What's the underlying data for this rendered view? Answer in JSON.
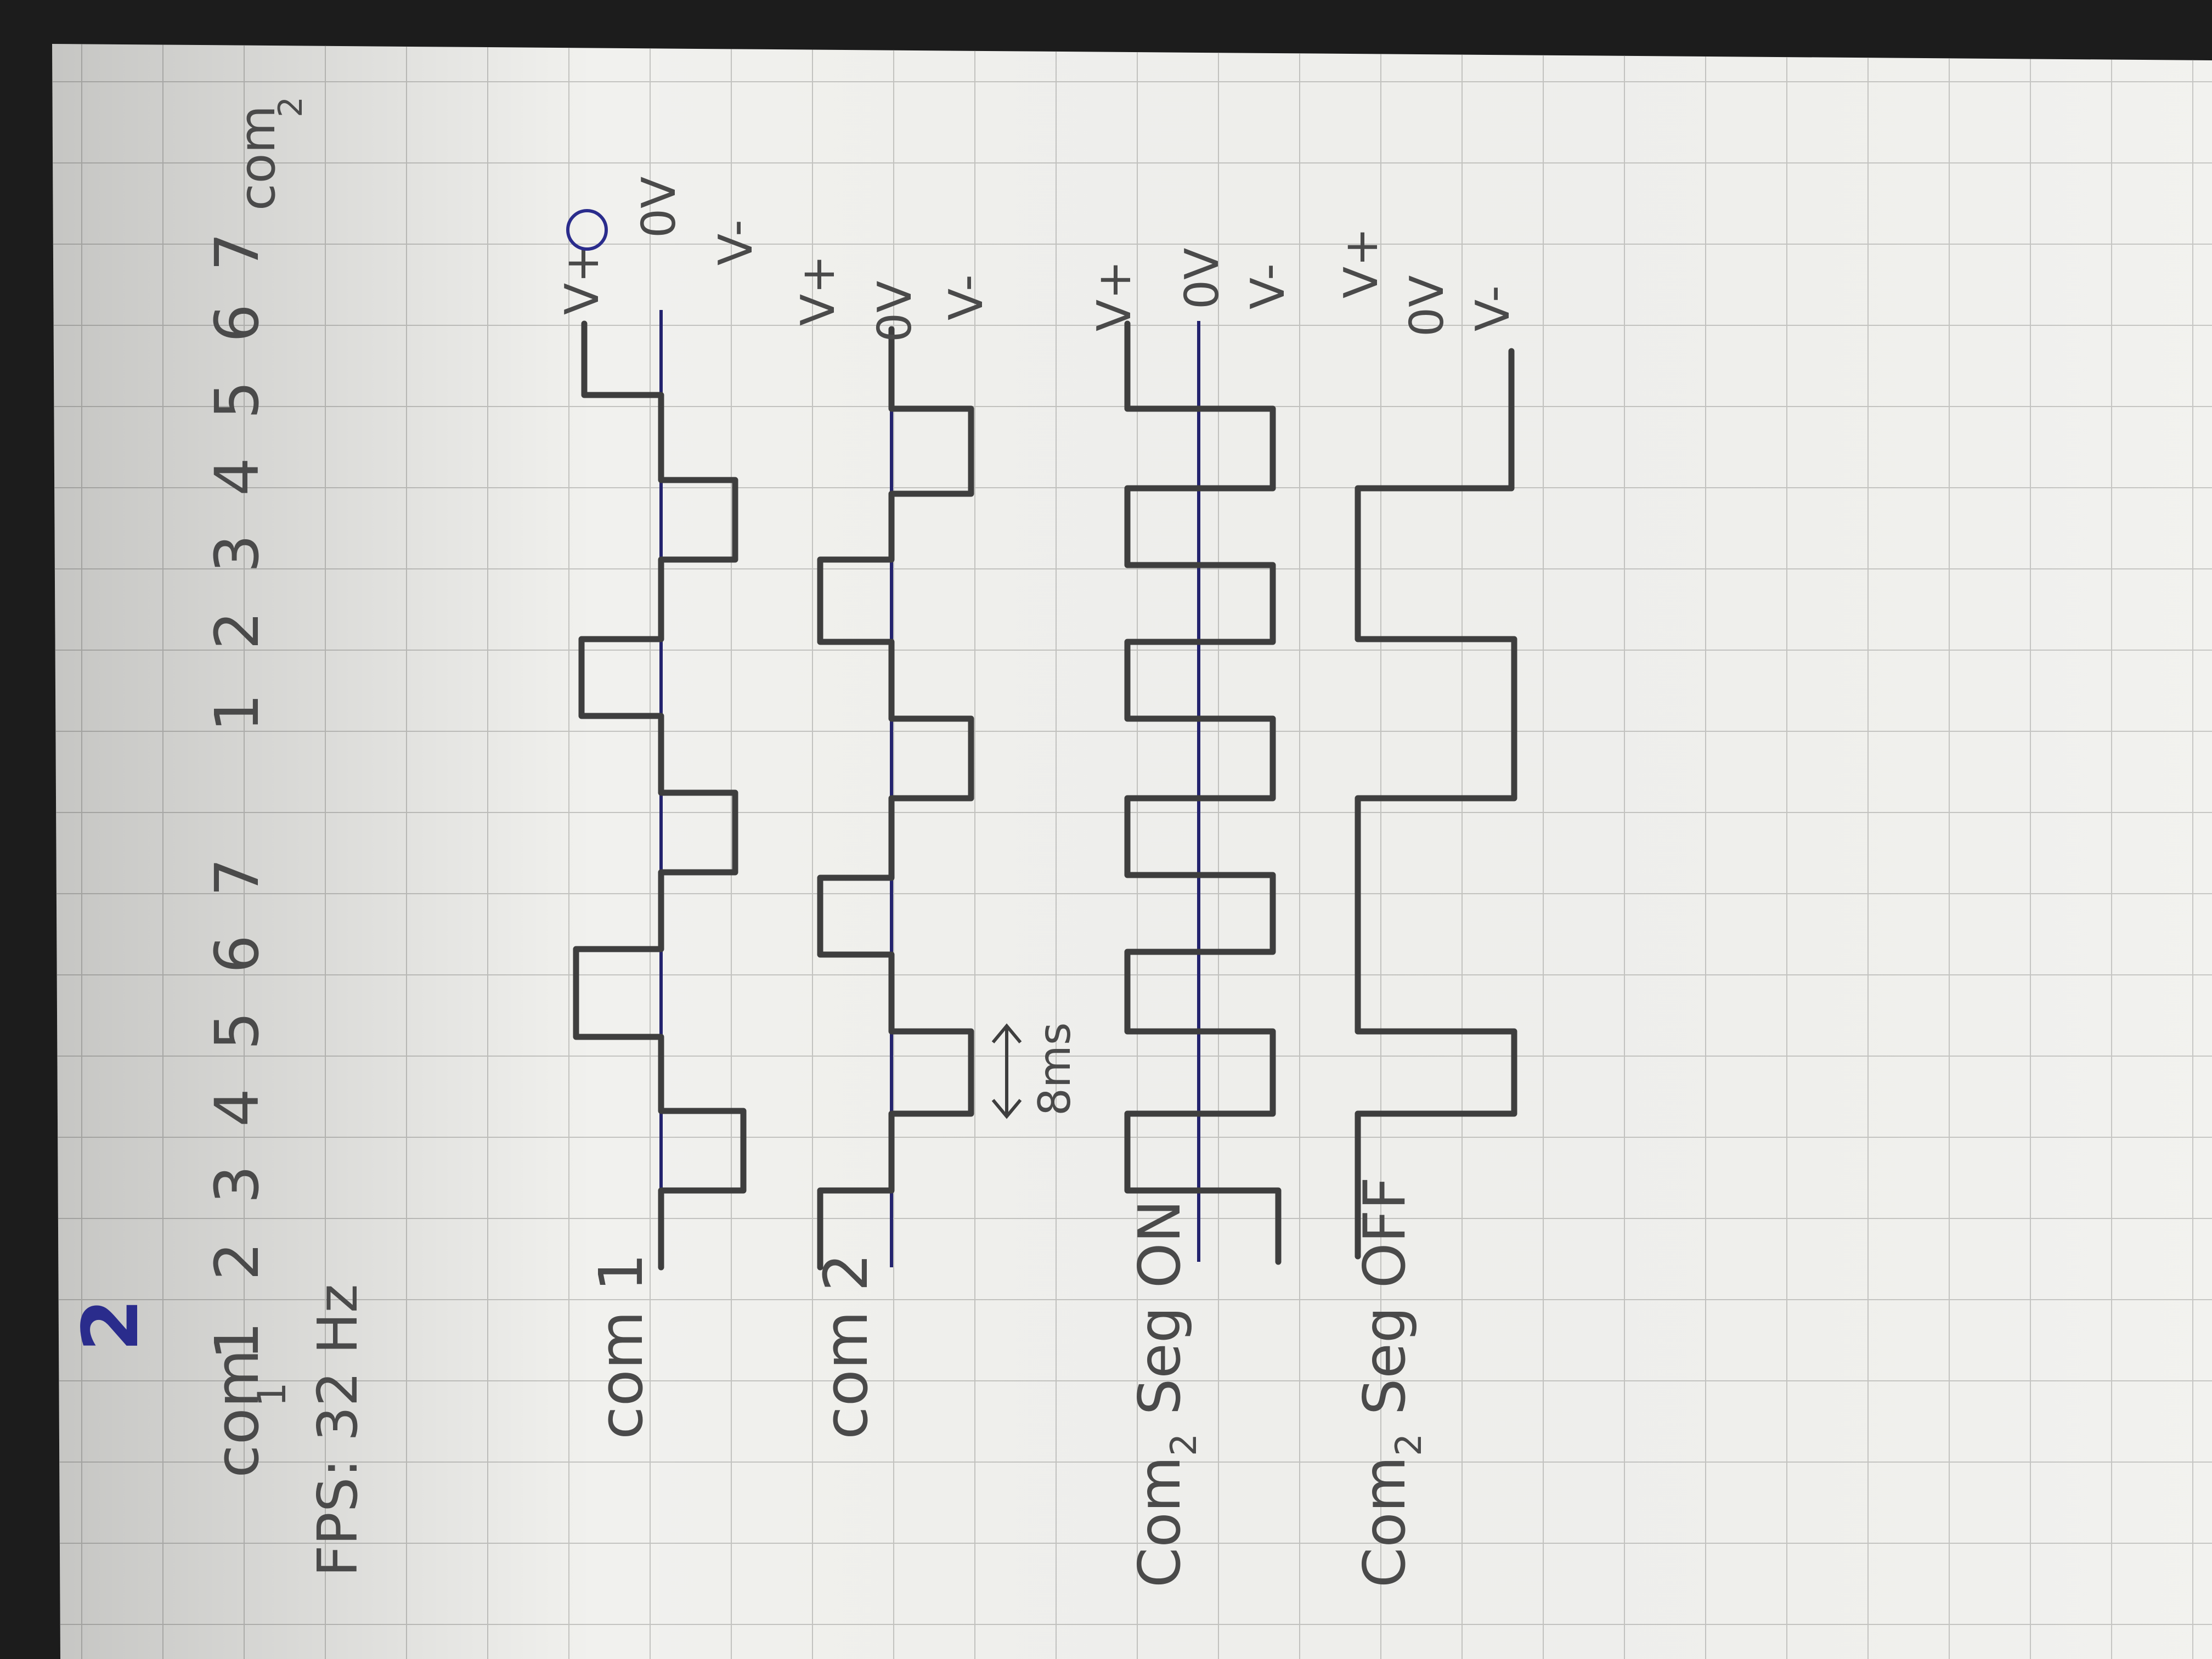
{
  "header": {
    "sheet_mark": "2",
    "com1_label": "com",
    "com1_sub": "1",
    "com1_slots": [
      "1",
      "2",
      "3",
      "4",
      "5",
      "6",
      "7"
    ],
    "com2_slots": [
      "1",
      "2",
      "3",
      "4",
      "5",
      "6",
      "7"
    ],
    "com2_label": "com",
    "com2_sub": "2",
    "fps": "FPS: 32 Hz"
  },
  "traces": [
    {
      "label": "com 1",
      "levels": [
        "V+",
        "0V",
        "V-"
      ]
    },
    {
      "label": "com 2",
      "levels": [
        "V+",
        "0V",
        "V-"
      ]
    },
    {
      "label": "Com",
      "label_sub": "2",
      "label_tail": " Seg ON",
      "levels": [
        "V+",
        "0V",
        "V-"
      ]
    },
    {
      "label": "Com",
      "label_sub": "2",
      "label_tail": " Seg OFF",
      "levels": [
        "V+",
        "0V",
        "V-"
      ]
    }
  ],
  "annotation": {
    "duration": "8ms"
  },
  "colors": {
    "ink": "#3e3e3e",
    "blue_ink": "#23236e",
    "paper": "#f1f1ee",
    "grid": "#c3c3c0"
  }
}
